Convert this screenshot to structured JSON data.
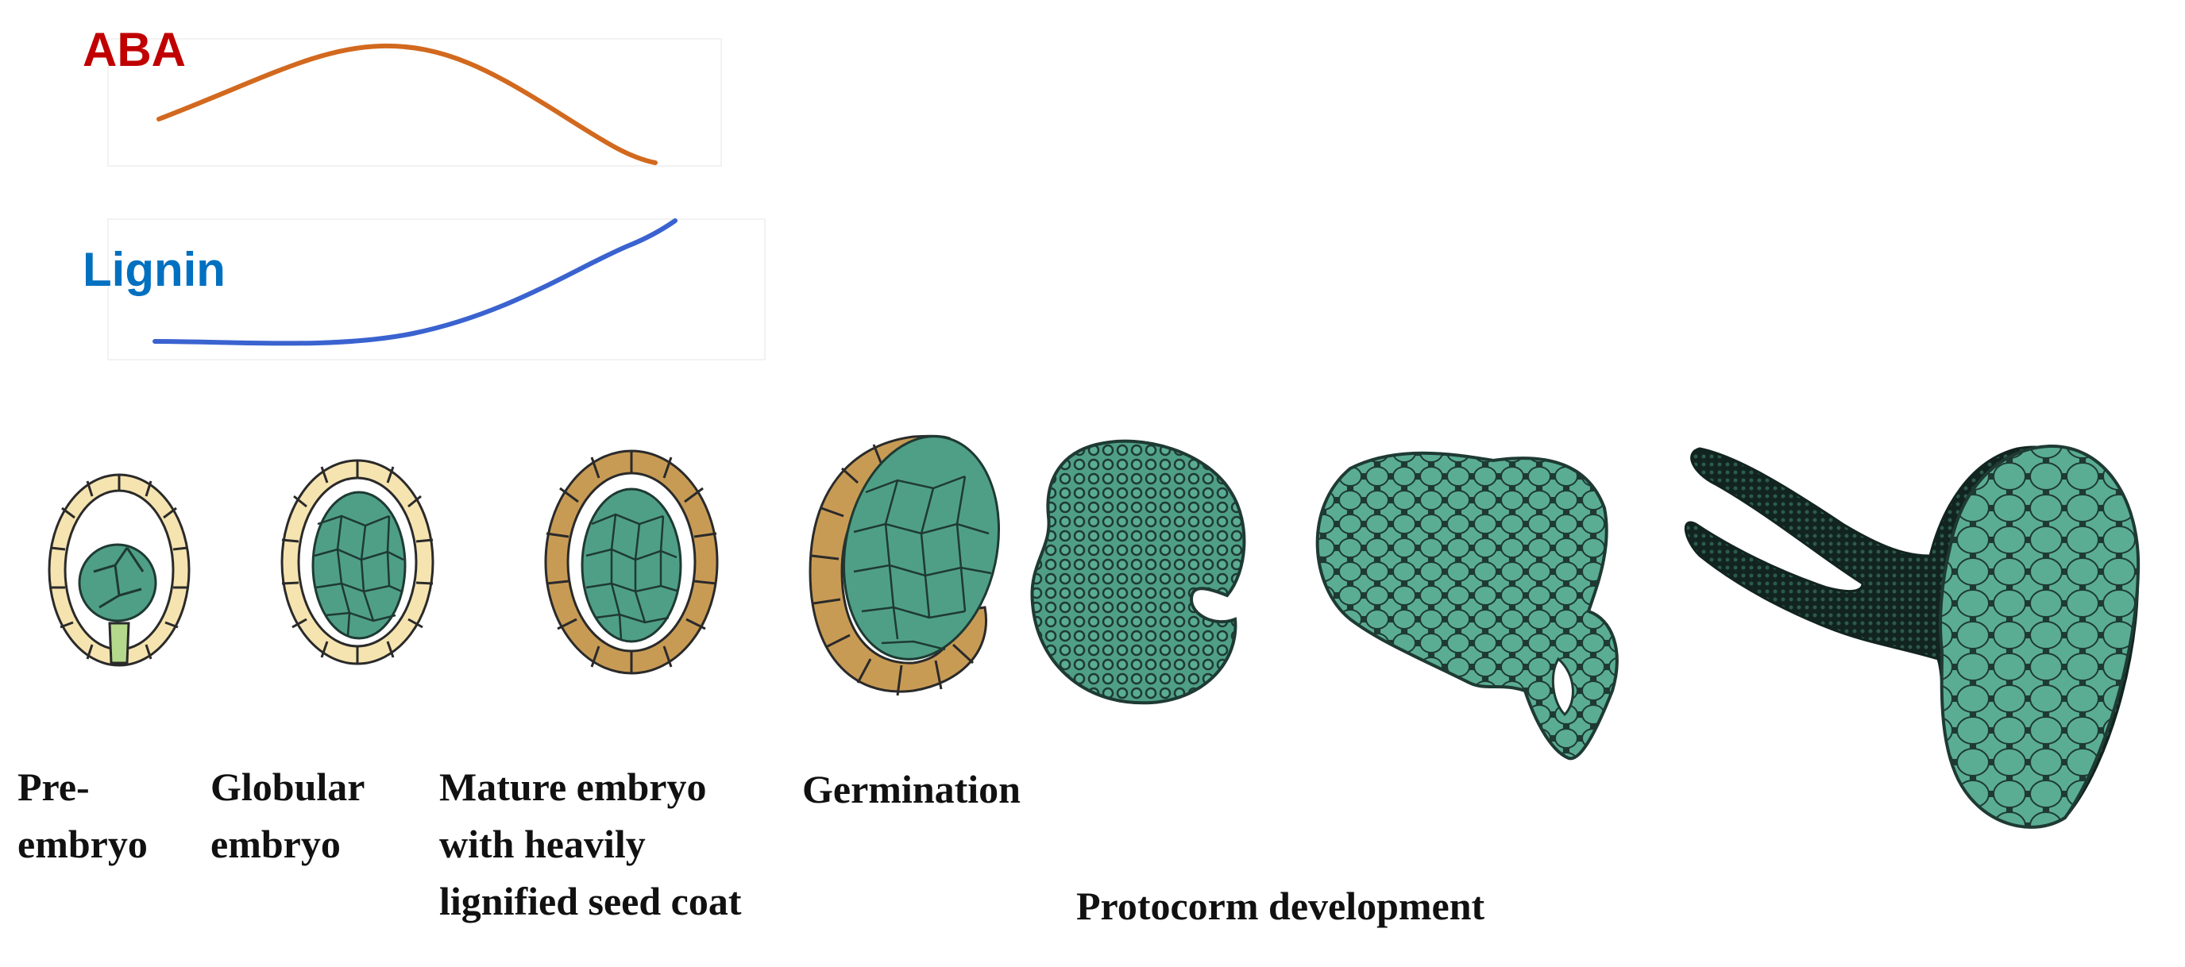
{
  "curves": {
    "aba": {
      "label": "ABA",
      "color": "#c00000",
      "line_color": "#d2691e"
    },
    "lignin": {
      "label": "Lignin",
      "color": "#0070c0",
      "line_color": "#3a63d0"
    }
  },
  "stages": [
    {
      "label": "Pre-\nembryo"
    },
    {
      "label": "Globular\nembryo"
    },
    {
      "label": "Mature embryo\nwith heavily\nlignified seed coat"
    },
    {
      "label": "Germination"
    },
    {
      "label": "Protocorm development"
    }
  ],
  "colors": {
    "embryo": "#4f9f86",
    "cell_wall": "#1e3a33",
    "seed_coat_light": "#f6e4b0",
    "seed_coat_dark": "#c89b55",
    "suspensor": "#b5d98c",
    "rhizoid": "#12241f"
  },
  "icons": [
    "pre-embryo-icon",
    "globular-embryo-icon",
    "mature-embryo-icon",
    "germination-icon",
    "protocorm-icon"
  ]
}
